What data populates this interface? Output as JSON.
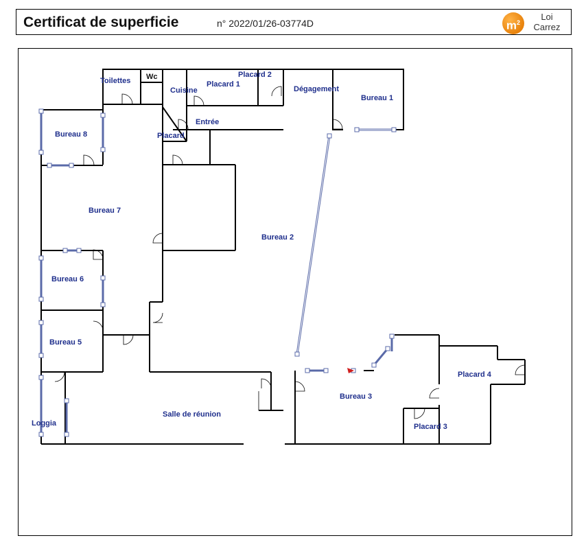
{
  "header": {
    "title": "Certificat de superficie",
    "number": "n° 2022/01/26-03774D",
    "badge": "m²",
    "loi_line1": "Loi",
    "loi_line2": "Carrez"
  },
  "plan": {
    "rooms": {
      "toilettes": "Toilettes",
      "wc": "Wc",
      "cuisine": "Cuisine",
      "placard1": "Placard 1",
      "placard2": "Placard 2",
      "degagement": "Dégagement",
      "bureau1": "Bureau 1",
      "entree": "Entrée",
      "placard": "Placard",
      "bureau8": "Bureau 8",
      "bureau7": "Bureau  7",
      "bureau2": "Bureau 2",
      "bureau6": "Bureau 6",
      "bureau5": "Bureau 5",
      "loggia": "Loggia",
      "salle": "Salle de réunion",
      "bureau3": "Bureau 3",
      "placard4": "Placard 4",
      "placard3": "Placard 3"
    }
  }
}
